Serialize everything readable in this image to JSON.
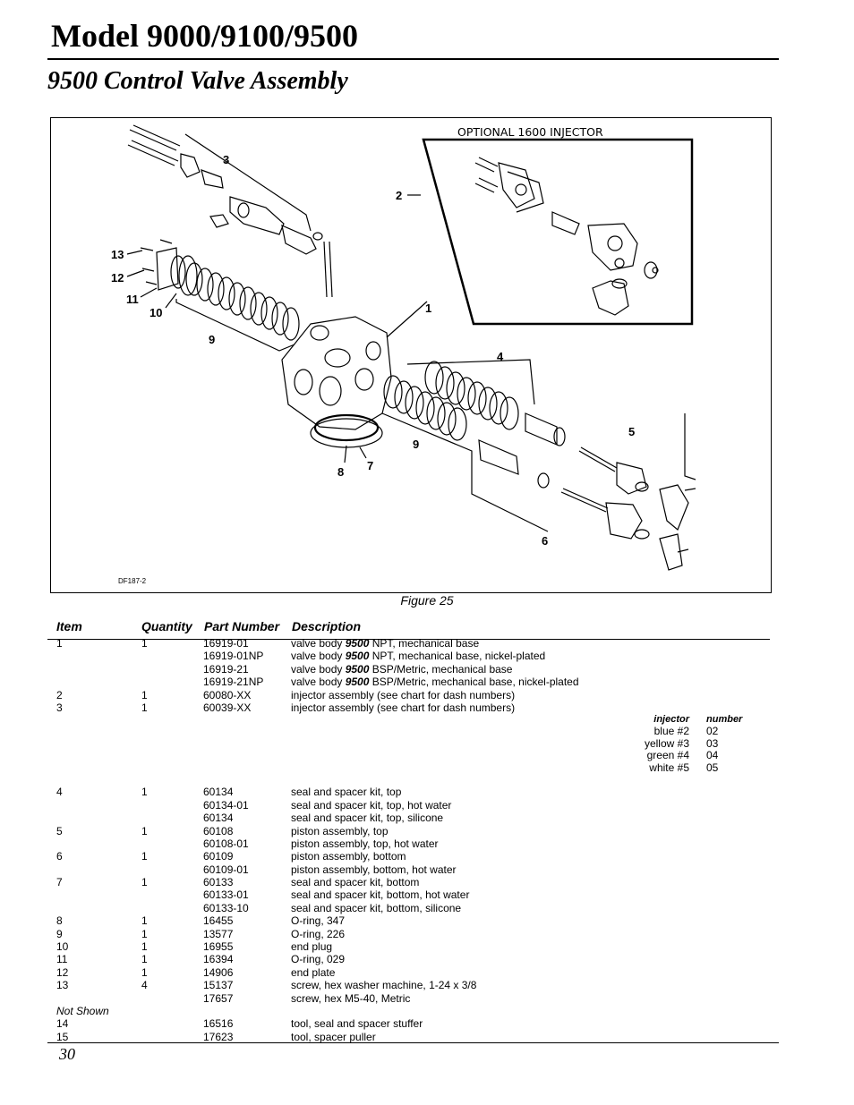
{
  "header": {
    "title": "Model 9000/9100/9500",
    "subtitle": "9500 Control Valve Assembly"
  },
  "figure": {
    "inset_label": "OPTIONAL 1600 INJECTOR",
    "code": "DF187-2",
    "callouts": [
      "1",
      "2",
      "3",
      "4",
      "5",
      "6",
      "7",
      "8",
      "9",
      "9",
      "10",
      "11",
      "12",
      "13"
    ],
    "caption": "Figure 25"
  },
  "table": {
    "headers": {
      "item": "Item",
      "quantity": "Quantity",
      "part": "Part Number",
      "description": "Description"
    },
    "rows": [
      {
        "item": "1",
        "qty": "1",
        "part": "16919-01",
        "desc_pre": "valve body ",
        "desc_bold": "9500",
        "desc_post": " NPT, mechanical base"
      },
      {
        "item": "",
        "qty": "",
        "part": "16919-01NP",
        "desc_pre": "valve body ",
        "desc_bold": "9500",
        "desc_post": " NPT, mechanical base, nickel-plated"
      },
      {
        "item": "",
        "qty": "",
        "part": "16919-21",
        "desc_pre": "valve body ",
        "desc_bold": "9500",
        "desc_post": " BSP/Metric, mechanical base"
      },
      {
        "item": "",
        "qty": "",
        "part": "16919-21NP",
        "desc_pre": "valve body ",
        "desc_bold": "9500",
        "desc_post": " BSP/Metric, mechanical base, nickel-plated"
      },
      {
        "item": "2",
        "qty": "1",
        "part": "60080-XX",
        "desc_pre": "injector assembly (see chart for dash numbers)",
        "desc_bold": "",
        "desc_post": ""
      },
      {
        "item": "3",
        "qty": "1",
        "part": "60039-XX",
        "desc_pre": "injector assembly (see chart for dash numbers)",
        "desc_bold": "",
        "desc_post": ""
      }
    ],
    "injector_chart": {
      "col1": "injector",
      "col2": "number",
      "rows": [
        {
          "name": "blue #2",
          "number": "02"
        },
        {
          "name": "yellow #3",
          "number": "03"
        },
        {
          "name": "green #4",
          "number": "04"
        },
        {
          "name": "white #5",
          "number": "05"
        }
      ]
    },
    "rows2": [
      {
        "item": "4",
        "qty": "1",
        "part": "60134",
        "desc": "seal and spacer kit, top"
      },
      {
        "item": "",
        "qty": "",
        "part": "60134-01",
        "desc": "seal and spacer kit, top, hot water"
      },
      {
        "item": "",
        "qty": "",
        "part": "60134",
        "desc": "seal and spacer kit, top, silicone"
      },
      {
        "item": "5",
        "qty": "1",
        "part": "60108",
        "desc": "piston assembly, top"
      },
      {
        "item": "",
        "qty": "",
        "part": "60108-01",
        "desc": "piston assembly, top, hot water"
      },
      {
        "item": "6",
        "qty": "1",
        "part": "60109",
        "desc": "piston assembly, bottom"
      },
      {
        "item": "",
        "qty": "",
        "part": "60109-01",
        "desc": "piston assembly, bottom, hot water"
      },
      {
        "item": "7",
        "qty": "1",
        "part": "60133",
        "desc": "seal and spacer kit, bottom"
      },
      {
        "item": "",
        "qty": "",
        "part": "60133-01",
        "desc": "seal and spacer kit, bottom, hot water"
      },
      {
        "item": "",
        "qty": "",
        "part": "60133-10",
        "desc": "seal and spacer kit, bottom, silicone"
      },
      {
        "item": "8",
        "qty": "1",
        "part": "16455",
        "desc": "O-ring, 347"
      },
      {
        "item": "9",
        "qty": "1",
        "part": "13577",
        "desc": "O-ring, 226"
      },
      {
        "item": "10",
        "qty": "1",
        "part": "16955",
        "desc": "end plug"
      },
      {
        "item": "11",
        "qty": "1",
        "part": "16394",
        "desc": "O-ring, 029"
      },
      {
        "item": "12",
        "qty": "1",
        "part": "14906",
        "desc": "end plate"
      },
      {
        "item": "13",
        "qty": "4",
        "part": "15137",
        "desc": "screw, hex washer machine, 1-24 x 3/8"
      },
      {
        "item": "",
        "qty": "",
        "part": "17657",
        "desc": "screw, hex M5-40, Metric"
      }
    ],
    "not_shown_label": "Not Shown",
    "rows3": [
      {
        "item": "14",
        "qty": "",
        "part": "16516",
        "desc": "tool, seal and spacer stuffer"
      },
      {
        "item": "15",
        "qty": "",
        "part": "17623",
        "desc": "tool, spacer puller"
      }
    ]
  },
  "footer": {
    "page_number": "30"
  }
}
